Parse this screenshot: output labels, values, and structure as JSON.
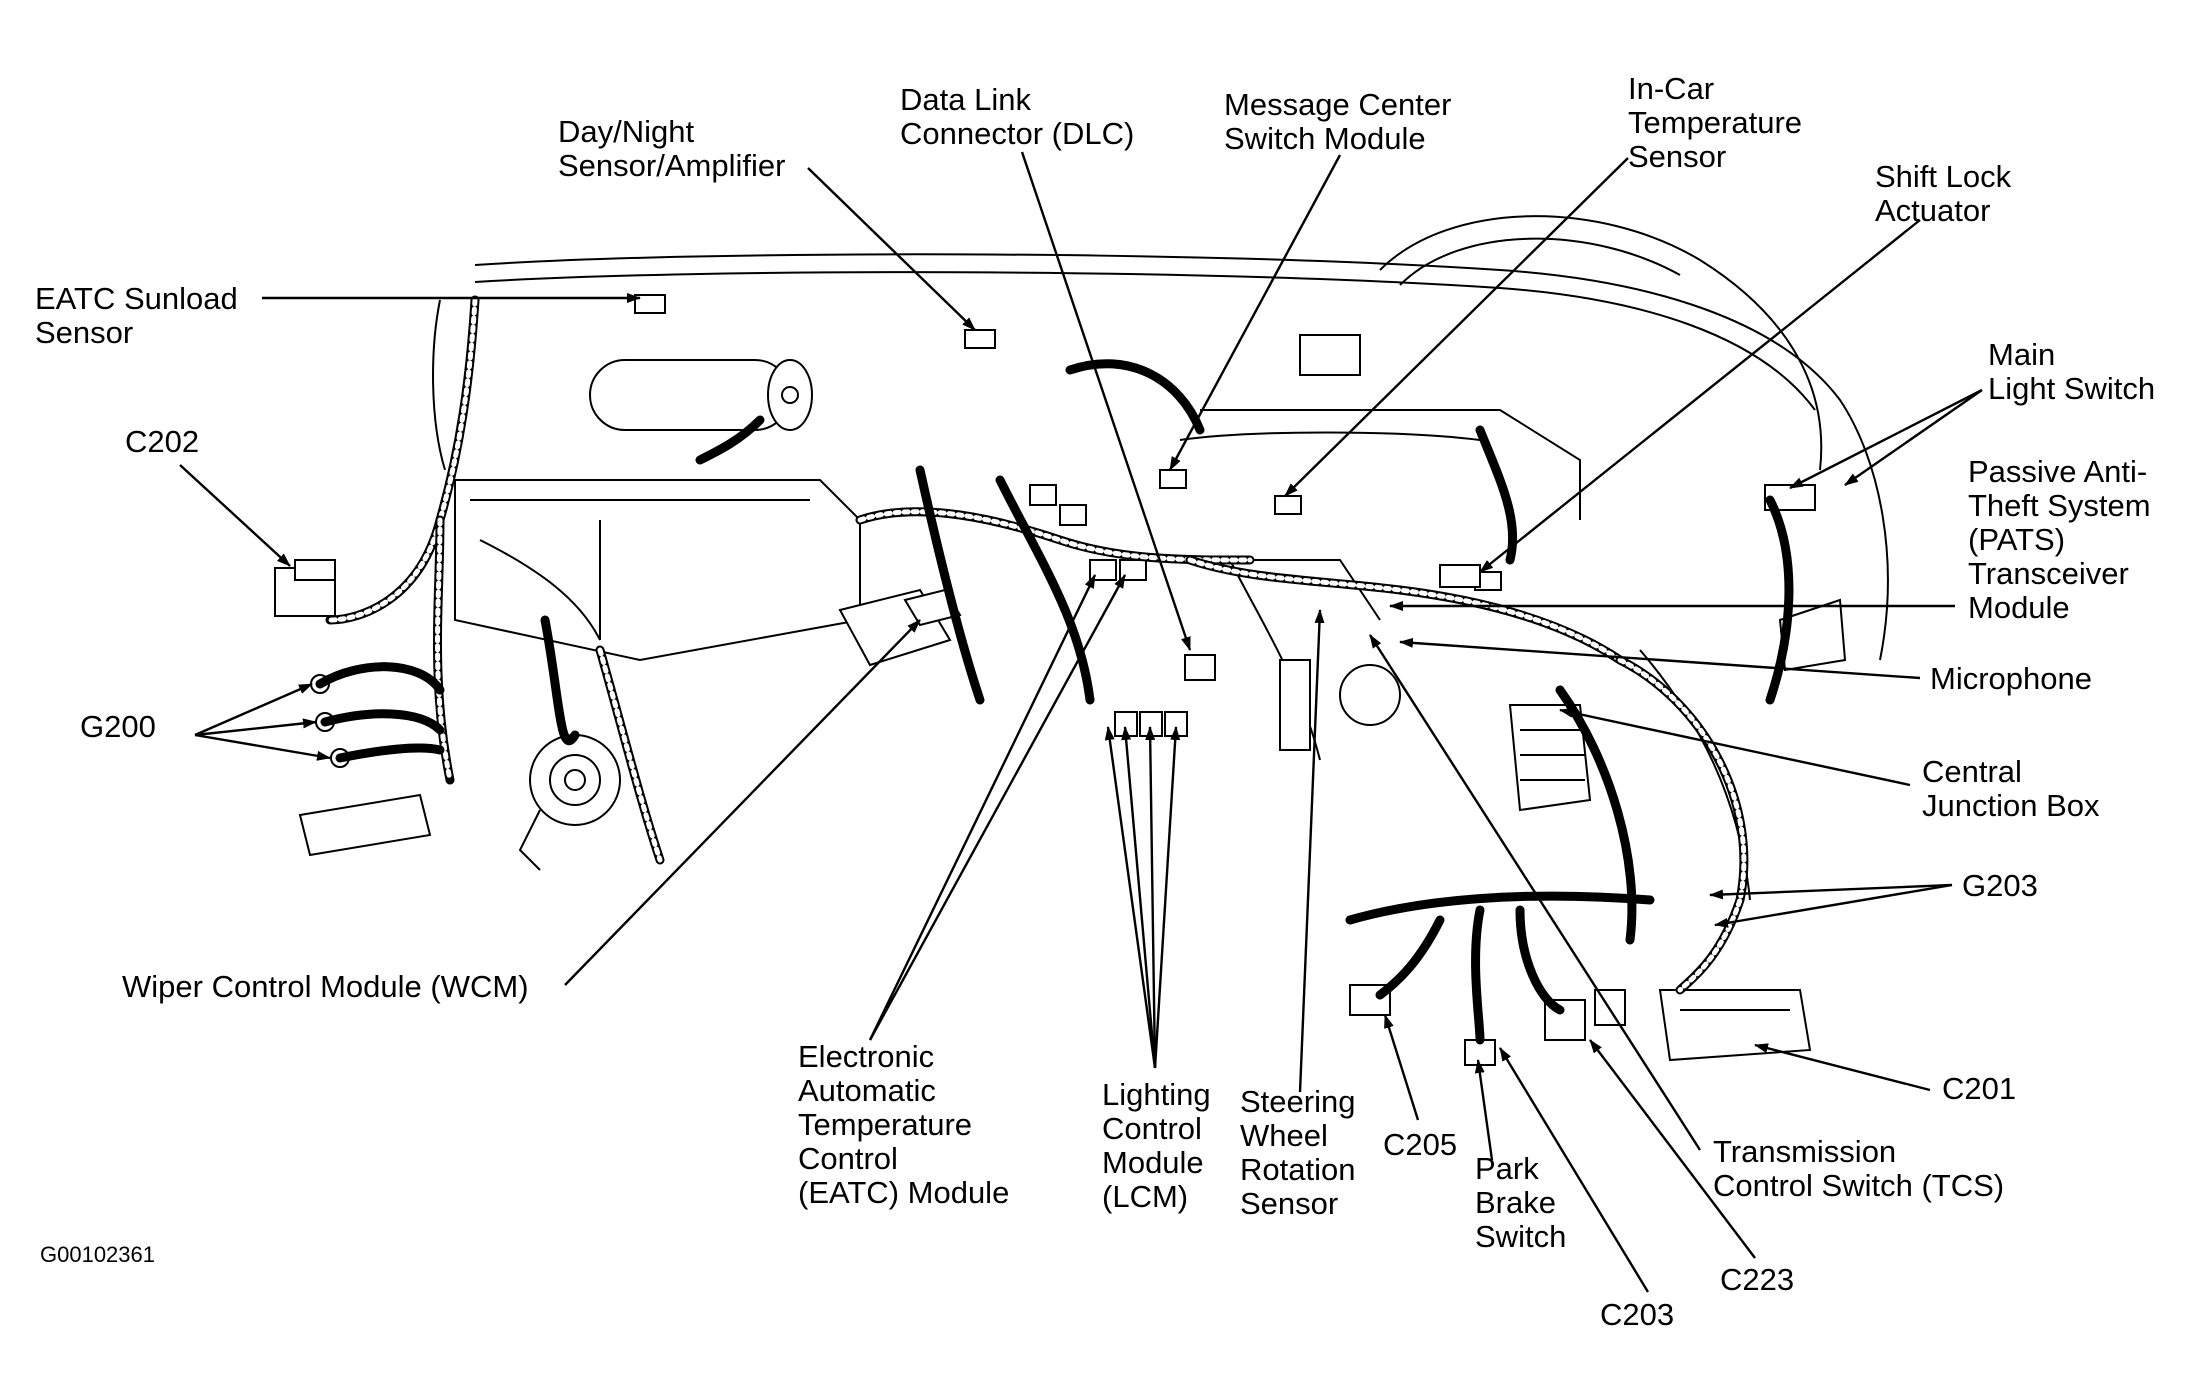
{
  "figure_code": "G00102361",
  "labels": {
    "eatc_sunload": [
      "EATC Sunload",
      "Sensor"
    ],
    "day_night": [
      "Day/Night",
      "Sensor/Amplifier"
    ],
    "dlc": [
      "Data Link",
      "Connector (DLC)"
    ],
    "message_center": [
      "Message Center",
      "Switch Module"
    ],
    "in_car_temp": [
      "In-Car",
      "Temperature",
      "Sensor"
    ],
    "shift_lock": [
      "Shift Lock",
      "Actuator"
    ],
    "main_light": [
      "Main",
      "Light Switch"
    ],
    "pats": [
      "Passive Anti-",
      "Theft System",
      "(PATS)",
      "Transceiver",
      "Module"
    ],
    "microphone": [
      "Microphone"
    ],
    "central_junction": [
      "Central",
      "Junction Box"
    ],
    "g203": [
      "G203"
    ],
    "c201": [
      "C201"
    ],
    "tcs": [
      "Transmission",
      "Control Switch (TCS)"
    ],
    "c223": [
      "C223"
    ],
    "c203": [
      "C203"
    ],
    "park_brake": [
      "Park",
      "Brake",
      "Switch"
    ],
    "c205": [
      "C205"
    ],
    "steering_wheel": [
      "Steering",
      "Wheel",
      "Rotation",
      "Sensor"
    ],
    "lcm": [
      "Lighting",
      "Control",
      "Module",
      "(LCM)"
    ],
    "eatc_module": [
      "Electronic",
      "Automatic",
      "Temperature",
      "Control",
      "(EATC) Module"
    ],
    "wcm": [
      "Wiper Control Module (WCM)"
    ],
    "g200": [
      "G200"
    ],
    "c202": [
      "C202"
    ]
  }
}
